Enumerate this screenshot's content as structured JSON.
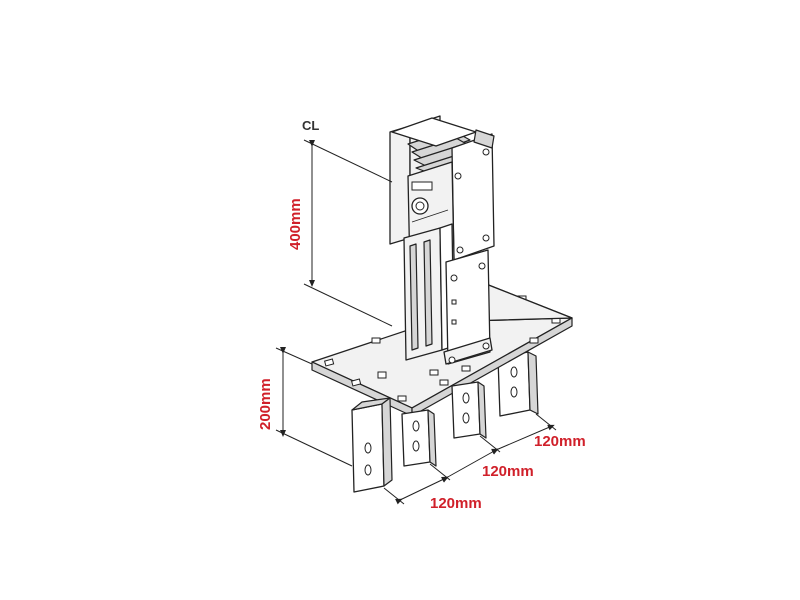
{
  "diagram": {
    "centerline_label": "CL",
    "dimensions": {
      "height_upper": "400mm",
      "height_lower": "200mm",
      "spacing_1": "120mm",
      "spacing_2": "120mm",
      "spacing_3": "120mm"
    },
    "colors": {
      "dimension_text": "#d0202a",
      "linework": "#222222"
    }
  }
}
